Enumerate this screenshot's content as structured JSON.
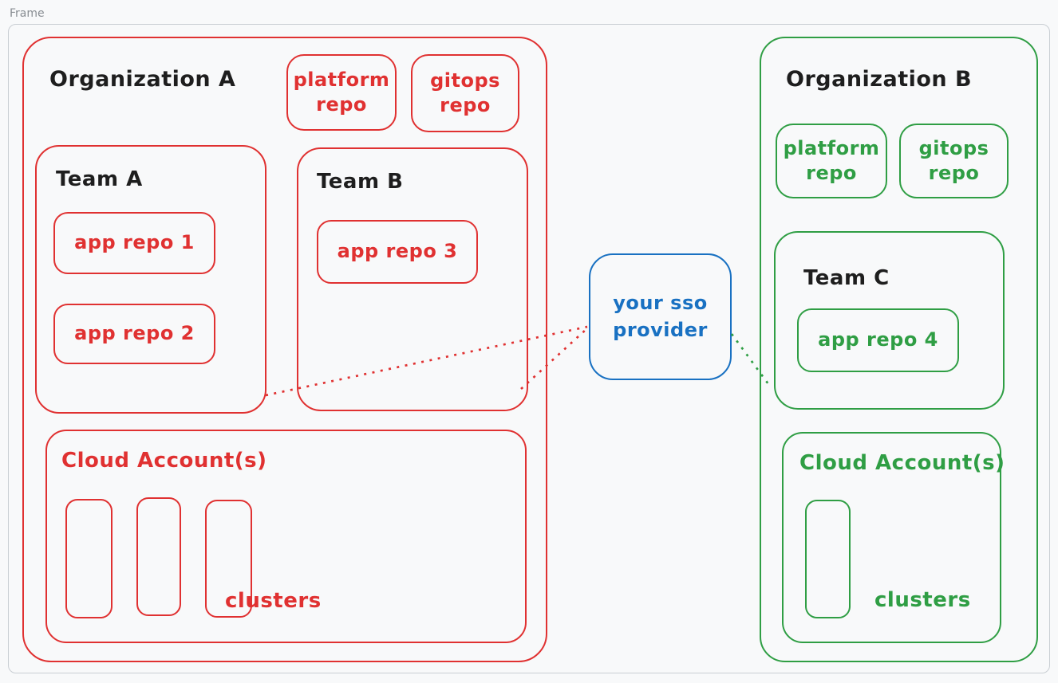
{
  "frame": {
    "label": "Frame"
  },
  "colors": {
    "red": "#e03131",
    "green": "#2f9e44",
    "blue": "#1971c2",
    "ink": "#1e1e1e",
    "frame-border": "#c9ced3",
    "frame-label": "#888d92",
    "bg": "#f8f9fa"
  },
  "org_a": {
    "title": "Organization A",
    "platform_repo_label": "platform repo",
    "gitops_repo_label": "gitops repo",
    "team_a": {
      "title": "Team A",
      "repos": [
        "app repo 1",
        "app repo 2"
      ]
    },
    "team_b": {
      "title": "Team B",
      "repos": [
        "app repo 3"
      ]
    },
    "cloud": {
      "title": "Cloud Account(s)",
      "clusters_label": "clusters",
      "cluster_count": 3
    }
  },
  "sso_provider": {
    "label": "your sso provider"
  },
  "org_b": {
    "title": "Organization B",
    "platform_repo_label": "platform repo",
    "gitops_repo_label": "gitops repo",
    "team_c": {
      "title": "Team C",
      "repos": [
        "app repo 4"
      ]
    },
    "cloud": {
      "title": "Cloud Account(s)",
      "clusters_label": "clusters",
      "cluster_count": 1
    }
  },
  "connections": [
    {
      "from": "team-a",
      "to": "sso-provider",
      "style": "dotted",
      "color": "#e03131"
    },
    {
      "from": "team-b",
      "to": "sso-provider",
      "style": "dotted",
      "color": "#e03131"
    },
    {
      "from": "sso-provider",
      "to": "team-c",
      "style": "dotted",
      "color": "#2f9e44"
    }
  ]
}
